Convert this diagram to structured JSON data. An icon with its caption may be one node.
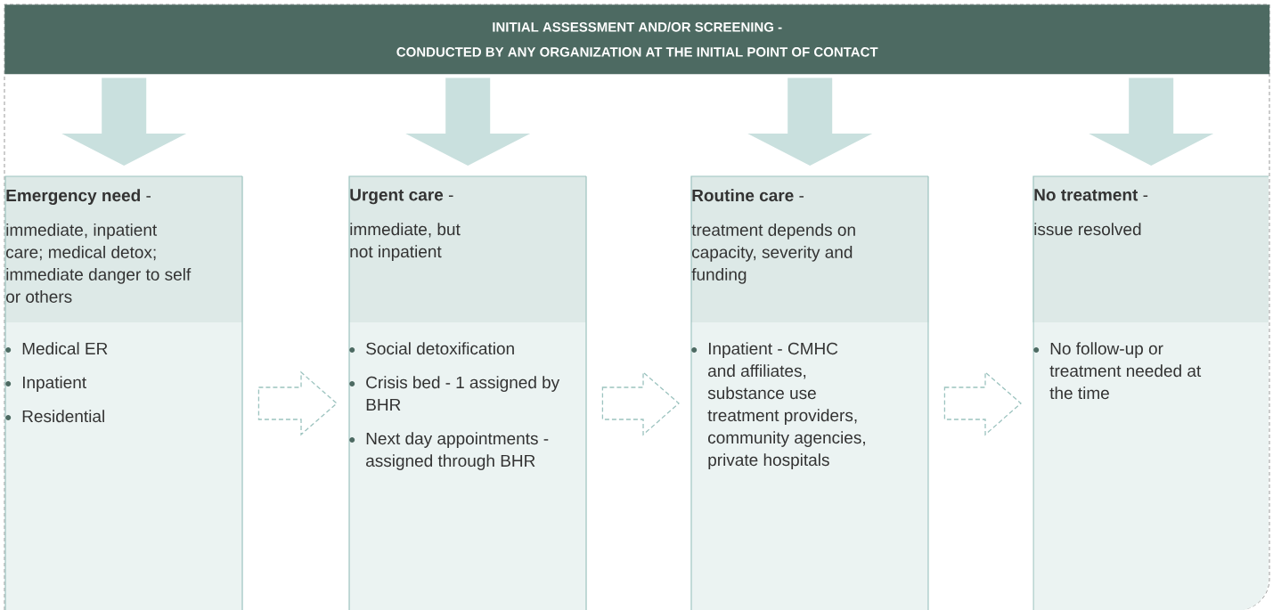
{
  "diagram": {
    "nodes": [
      {
        "text": [
          "INITIAL ASSESSMENT AND/OR SCREENING -",
          "CONDUCTED BY ANY ORGANIZATION AT THE INITIAL POINT OF CONTACT"
        ]
      },
      {
        "text": [
          "**Emergency need** -",
          "immediate, inpatient care; medical detox; immediate danger to self or others"
        ]
      },
      {
        "text": [
          "Medical ER",
          "Inpatient",
          "Residential"
        ]
      },
      {
        "text": [
          "**Urgent care** -",
          "immediate, but not inpatient"
        ]
      },
      {
        "text": [
          "Social detoxification",
          "Crisis bed - 1 assigned by BHR",
          "Next day appointments - assigned through BHR"
        ]
      },
      {
        "text": [
          "**Routine care** -",
          "treatment depends on capacity, severity and funding"
        ]
      },
      {
        "text": [
          "Inpatient - CMHC and affiliates, substance use treatment providers, community agencies, private hospitals"
        ]
      },
      {
        "text": [
          "**No treatment** -",
          "issue resolved"
        ]
      },
      {
        "text": [
          "No follow-up or treatment needed at the time"
        ]
      }
    ],
    "edges": [
      {
        "from": 0,
        "to": 1,
        "arrow": "to",
        "style": "thick"
      },
      {
        "from": 0,
        "to": 3,
        "arrow": "to",
        "style": "thick"
      },
      {
        "from": 0,
        "to": 5,
        "arrow": "to",
        "style": "thick"
      },
      {
        "from": 0,
        "to": 7,
        "arrow": "to",
        "style": "thick"
      },
      {
        "from": 2,
        "to": 4,
        "arrow": "to",
        "style": "dashed"
      },
      {
        "from": 4,
        "to": 6,
        "arrow": "to",
        "style": "dashed"
      },
      {
        "from": 6,
        "to": 8,
        "arrow": "to",
        "style": "dashed"
      }
    ]
  }
}
